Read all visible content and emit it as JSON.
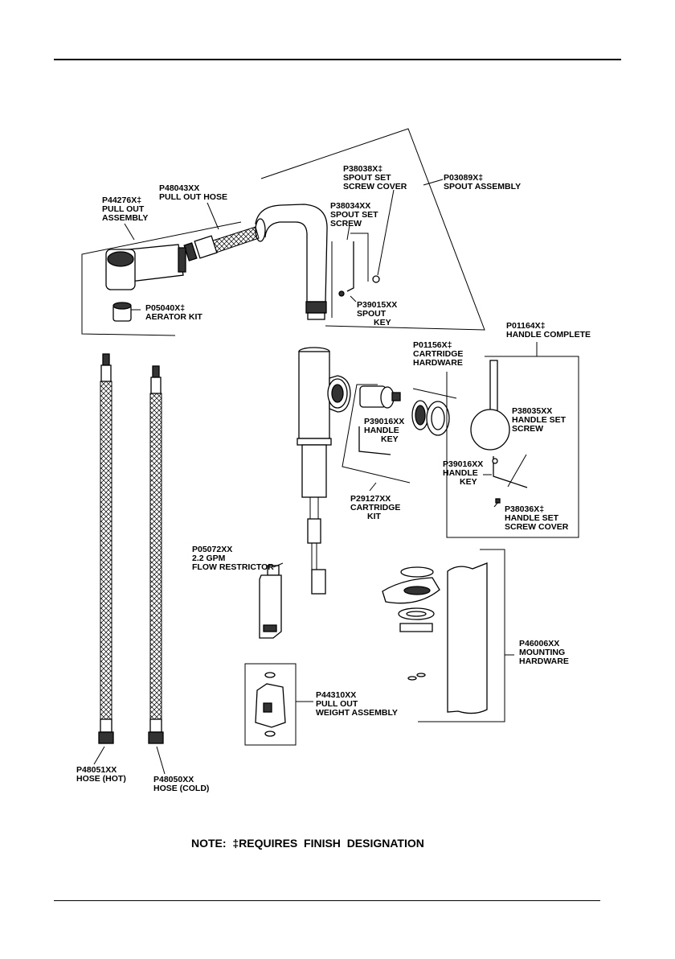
{
  "labels": {
    "pull_out_assembly": [
      "P44276X‡",
      "PULL OUT",
      "ASSEMBLY"
    ],
    "pull_out_hose": [
      "P48043XX",
      "PULL OUT HOSE"
    ],
    "spout_set_screw_cover": [
      "P38038X‡",
      "SPOUT SET",
      "SCREW COVER"
    ],
    "spout_assembly": [
      "P03089X‡",
      "SPOUT ASSEMBLY"
    ],
    "spout_set_screw": [
      "P38034XX",
      "SPOUT SET",
      "SCREW"
    ],
    "spout_key": [
      "P39015XX",
      "SPOUT",
      "KEY"
    ],
    "aerator_kit": [
      "P05040X‡",
      "AERATOR KIT"
    ],
    "handle_complete": [
      "P01164X‡",
      "HANDLE COMPLETE"
    ],
    "cartridge_hardware": [
      "P01156X‡",
      "CARTRIDGE",
      "HARDWARE"
    ],
    "handle_key_1": [
      "P39016XX",
      "HANDLE",
      "KEY"
    ],
    "handle_set_screw": [
      "P38035XX",
      "HANDLE SET",
      "SCREW"
    ],
    "handle_key_2": [
      "P39016XX",
      "HANDLE",
      "KEY"
    ],
    "cartridge_kit": [
      "P29127XX",
      "CARTRIDGE",
      "KIT"
    ],
    "handle_set_screw_cover": [
      "P38036X‡",
      "HANDLE SET",
      "SCREW COVER"
    ],
    "flow_restrictor": [
      "P05072XX",
      "2.2 GPM",
      "FLOW RESTRICTOR"
    ],
    "mounting_hardware": [
      "P46006XX",
      "MOUNTING",
      "HARDWARE"
    ],
    "pull_out_weight": [
      "P44310XX",
      "PULL OUT",
      "WEIGHT ASSEMBLY"
    ],
    "hose_hot": [
      "P48051XX",
      "HOSE (HOT)"
    ],
    "hose_cold": [
      "P48050XX",
      "HOSE (COLD)"
    ]
  },
  "note": "NOTE:  ‡REQUIRES  FINISH  DESIGNATION"
}
